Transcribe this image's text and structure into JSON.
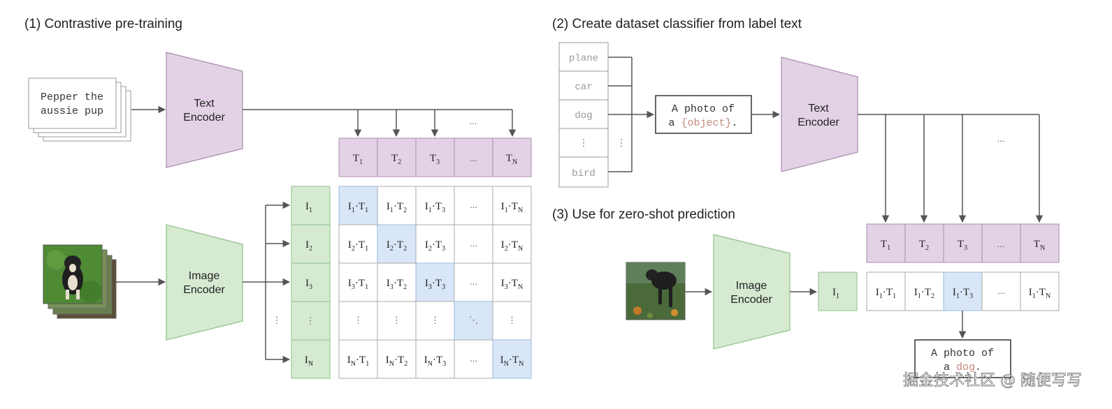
{
  "panel1": {
    "title": "(1) Contrastive pre-training",
    "text_input": [
      "Pepper the",
      "aussie pup"
    ],
    "text_encoder": [
      "Text",
      "Encoder"
    ],
    "image_encoder": [
      "Image",
      "Encoder"
    ],
    "text_features": [
      {
        "base": "T",
        "sub": "1"
      },
      {
        "base": "T",
        "sub": "2"
      },
      {
        "base": "T",
        "sub": "3"
      },
      {
        "base": "...",
        "sub": ""
      },
      {
        "base": "T",
        "sub": "N"
      }
    ],
    "image_features": [
      {
        "base": "I",
        "sub": "1"
      },
      {
        "base": "I",
        "sub": "2"
      },
      {
        "base": "I",
        "sub": "3"
      },
      {
        "base": "⋮",
        "sub": ""
      },
      {
        "base": "I",
        "sub": "N"
      }
    ],
    "matrix_rows": [
      "1",
      "2",
      "3",
      "",
      "N"
    ],
    "matrix_cols": [
      "1",
      "2",
      "3",
      "",
      "N"
    ],
    "ellipsis": "...",
    "vdots": "⋮",
    "ddots": "⋱",
    "dot": "·"
  },
  "panel2": {
    "title": "(2) Create dataset classifier from label text",
    "labels": [
      "plane",
      "car",
      "dog",
      "bird"
    ],
    "vdots": "⋮",
    "template_line1": "A photo of",
    "template_line2_pre": "a ",
    "template_line2_obj": "{object}",
    "template_line2_post": ".",
    "text_encoder": [
      "Text",
      "Encoder"
    ],
    "ellipsis": "..."
  },
  "panel3": {
    "title": "(3) Use for zero-shot prediction",
    "image_encoder": [
      "Image",
      "Encoder"
    ],
    "image_feature": {
      "base": "I",
      "sub": "1"
    },
    "text_features": [
      {
        "base": "T",
        "sub": "1"
      },
      {
        "base": "T",
        "sub": "2"
      },
      {
        "base": "T",
        "sub": "3"
      },
      {
        "base": "...",
        "sub": ""
      },
      {
        "base": "T",
        "sub": "N"
      }
    ],
    "score_cols": [
      "1",
      "2",
      "3",
      "",
      "N"
    ],
    "result_line1": "A photo of",
    "result_line2_pre": "a ",
    "result_line2_obj": "dog",
    "result_line2_post": "."
  },
  "watermark": "掘金技术社区 @ 随便写写",
  "colors": {
    "purple_fill": "#e3d2e6",
    "purple_stroke": "#a98aae",
    "green_fill": "#d6ead2",
    "green_stroke": "#8fbf89",
    "highlight": "#d8e6f7",
    "highlight_stroke": "#9bb9e0"
  }
}
